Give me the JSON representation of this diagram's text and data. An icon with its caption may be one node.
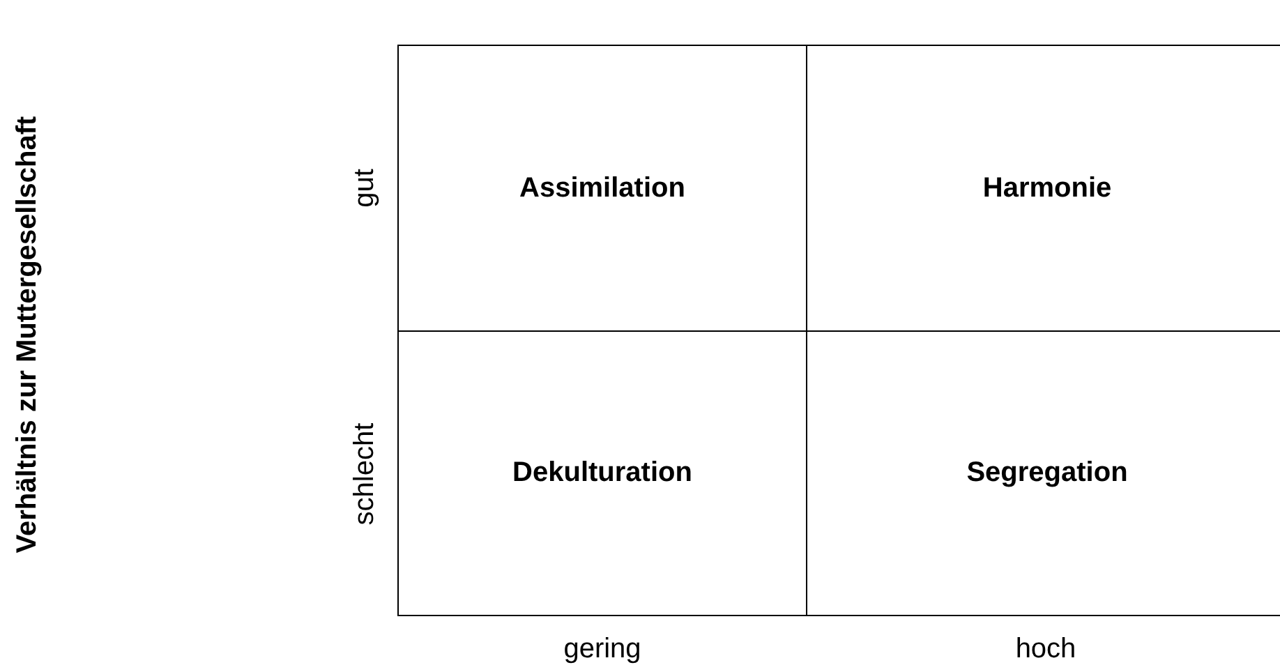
{
  "diagram": {
    "nodes": [
      {
        "text": [
          "Assimilation"
        ]
      },
      {
        "text": [
          "Harmonie"
        ]
      },
      {
        "text": [
          "Dekulturation"
        ]
      },
      {
        "text": [
          "Segregation"
        ]
      }
    ],
    "labels": [
      "Verhältnis zur Muttergesellschaft",
      "gut",
      "schlecht",
      "gering",
      "hoch"
    ]
  }
}
